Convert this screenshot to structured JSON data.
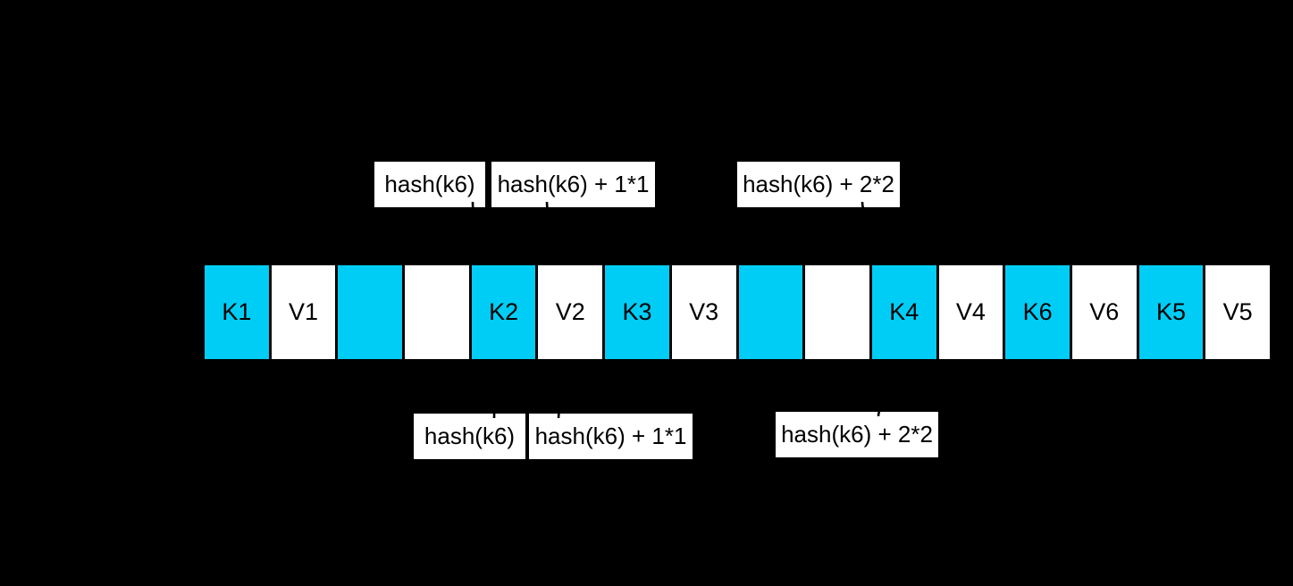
{
  "diagram": {
    "background_color": "#000000",
    "key_cell_color": "#00CDF5",
    "value_cell_color": "#ffffff",
    "divider_color": "#000000",
    "text_color": "#000000"
  },
  "probe_labels_top": [
    {
      "text": "hash(k6)"
    },
    {
      "text": "hash(k6) + 1*1"
    },
    {
      "text": "hash(k6) + 2*2"
    }
  ],
  "probe_labels_bottom": [
    {
      "text": "hash(k6)"
    },
    {
      "text": "hash(k6) + 1*1"
    },
    {
      "text": "hash(k6) + 2*2"
    }
  ],
  "hash_table": {
    "cells": [
      {
        "label": "K1",
        "type": "key",
        "color": "#00CDF5"
      },
      {
        "label": "V1",
        "type": "value",
        "color": "#ffffff"
      },
      {
        "label": "",
        "type": "key",
        "color": "#00CDF5"
      },
      {
        "label": "",
        "type": "value",
        "color": "#ffffff"
      },
      {
        "label": "K2",
        "type": "key",
        "color": "#00CDF5"
      },
      {
        "label": "V2",
        "type": "value",
        "color": "#ffffff"
      },
      {
        "label": "K3",
        "type": "key",
        "color": "#00CDF5"
      },
      {
        "label": "V3",
        "type": "value",
        "color": "#ffffff"
      },
      {
        "label": "",
        "type": "key",
        "color": "#00CDF5"
      },
      {
        "label": "",
        "type": "value",
        "color": "#ffffff"
      },
      {
        "label": "K4",
        "type": "key",
        "color": "#00CDF5"
      },
      {
        "label": "V4",
        "type": "value",
        "color": "#ffffff"
      },
      {
        "label": "K6",
        "type": "key",
        "color": "#00CDF5"
      },
      {
        "label": "V6",
        "type": "value",
        "color": "#ffffff"
      },
      {
        "label": "K5",
        "type": "key",
        "color": "#00CDF5"
      },
      {
        "label": "V5",
        "type": "value",
        "color": "#ffffff"
      }
    ]
  }
}
